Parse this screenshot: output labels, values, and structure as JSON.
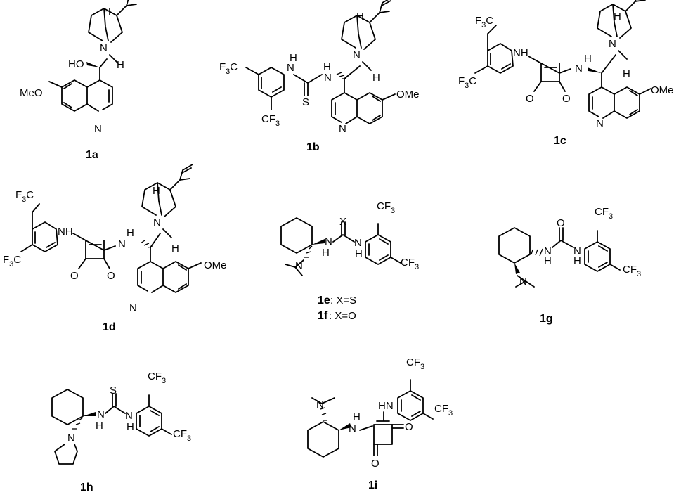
{
  "atoms": {
    "H": "H",
    "N": "N",
    "NH": "NH",
    "HN": "HN",
    "HO": "HO",
    "S": "S",
    "O": "O",
    "X": "X",
    "OMe": "OMe",
    "MeO": "MeO",
    "CF3_left": "F3C",
    "CF3_right": "CF3",
    "CF3_base": "CF",
    "CF3_sub": "3",
    "F3C_base": "F",
    "F3C_sub": "3",
    "F3C_tail": "C"
  },
  "compounds": [
    {
      "id": "1a",
      "label": "1a"
    },
    {
      "id": "1b",
      "label": "1b"
    },
    {
      "id": "1c",
      "label": "1c"
    },
    {
      "id": "1d",
      "label": "1d"
    },
    {
      "id": "1e",
      "label": "1e",
      "note": ": X=S"
    },
    {
      "id": "1f",
      "label": "1f",
      "note": ":  X=O"
    },
    {
      "id": "1g",
      "label": "1g"
    },
    {
      "id": "1h",
      "label": "1h"
    },
    {
      "id": "1i",
      "label": "1i"
    }
  ]
}
